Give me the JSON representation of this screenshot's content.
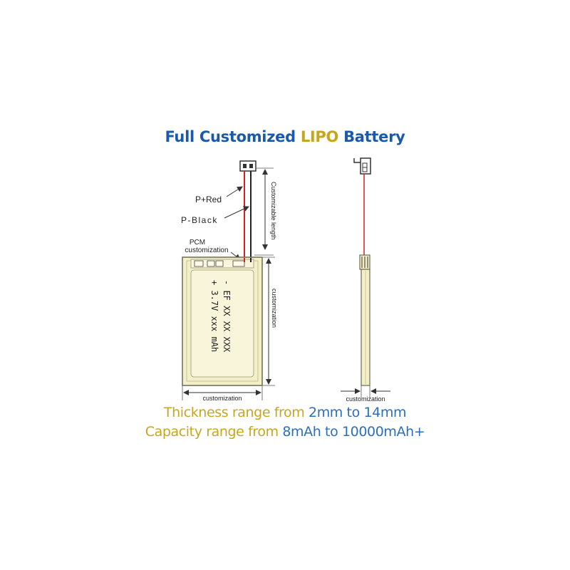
{
  "title": {
    "part1": "Full Customized",
    "part2": "LIPO",
    "part3": "Battery"
  },
  "front_view": {
    "p_red_label": "P+Red",
    "p_black_label": "P-Black",
    "pcm_label_line1": "PCM",
    "pcm_label_line2": "customization",
    "length_label": "Customizable length",
    "height_label": "customization",
    "width_label": "customization",
    "cell_line1": "-  EF XX XX XXX",
    "cell_line2": "+ 3.7V xxx mAh"
  },
  "side_view": {
    "thickness_label": "customization"
  },
  "specs": {
    "thickness_prefix": "Thickness range from",
    "thickness_range": "2mm to 14mm",
    "capacity_prefix": "Capacity range from",
    "capacity_range": "8mAh to 10000mAh+"
  },
  "colors": {
    "title_blue": "#1a5aa8",
    "title_gold": "#c8a51e",
    "cell_fill": "#f3efc7",
    "wire_red": "#d42020"
  }
}
